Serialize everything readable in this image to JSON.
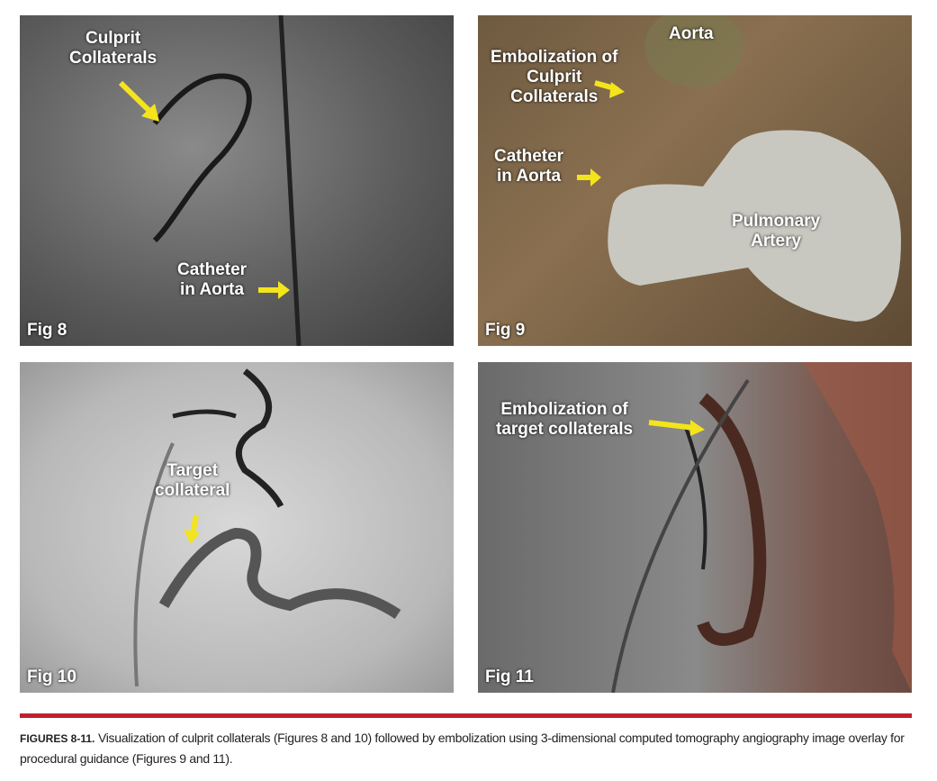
{
  "panels": {
    "fig8": {
      "label": "Fig 8",
      "annotations": [
        "Culprit\nCollaterals",
        "Catheter\nin Aorta"
      ]
    },
    "fig9": {
      "label": "Fig 9",
      "annotations": [
        "Aorta",
        "Embolization of\nCulprit\nCollaterals",
        "Catheter\nin Aorta",
        "Pulmonary\nArtery"
      ]
    },
    "fig10": {
      "label": "Fig 10",
      "annotations": [
        "Target\ncollateral"
      ]
    },
    "fig11": {
      "label": "Fig 11",
      "annotations": [
        "Embolization of\ntarget collaterals"
      ]
    }
  },
  "caption": {
    "lead": "FIGURES 8-11.",
    "text": " Visualization of culprit collaterals (Figures 8 and 10) followed by embolization using 3-dimensional computed tomography angiography image overlay for procedural guidance (Figures 9 and 11)."
  },
  "colors": {
    "accent": "#c0202f",
    "arrow": "#f4e41c"
  }
}
